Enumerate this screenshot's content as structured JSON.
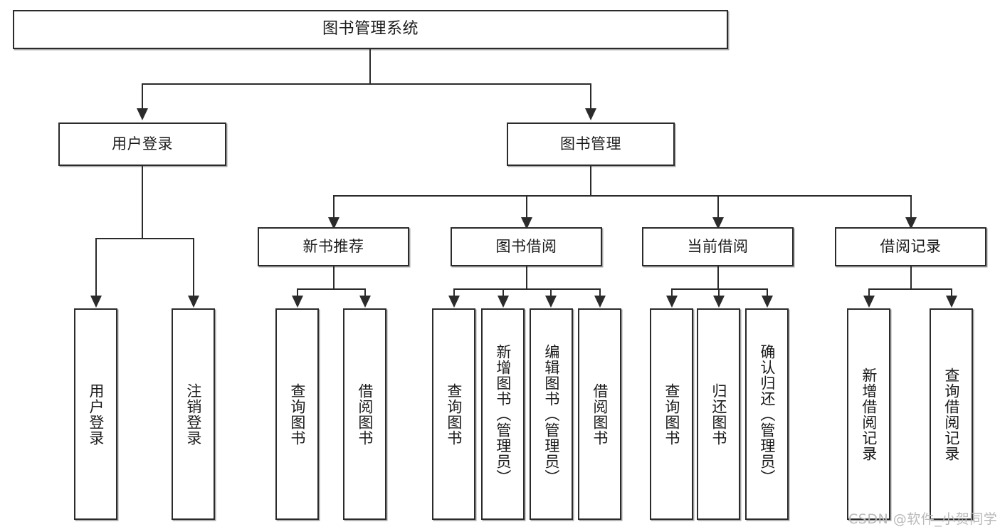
{
  "diagram": {
    "title": "图书管理系统",
    "type": "tree",
    "nodes": {
      "root": {
        "label": "图书管理系统"
      },
      "level1": [
        {
          "id": "user-login",
          "label": "用户登录"
        },
        {
          "id": "book-manage",
          "label": "图书管理"
        }
      ],
      "level2": [
        {
          "id": "new-book-recommend",
          "label": "新书推荐"
        },
        {
          "id": "book-borrow",
          "label": "图书借阅"
        },
        {
          "id": "current-borrow",
          "label": "当前借阅"
        },
        {
          "id": "borrow-record",
          "label": "借阅记录"
        }
      ],
      "leaves": {
        "user-login": [
          {
            "id": "leaf-user-login",
            "label": "用户登录"
          },
          {
            "id": "leaf-user-logout",
            "label": "注销登录"
          }
        ],
        "new-book-recommend": [
          {
            "id": "leaf-query-book-1",
            "label": "查询图书"
          },
          {
            "id": "leaf-borrow-book-1",
            "label": "借阅图书"
          }
        ],
        "book-borrow": [
          {
            "id": "leaf-query-book-2",
            "label": "查询图书"
          },
          {
            "id": "leaf-add-book-admin",
            "label": "新增图书（管理员）"
          },
          {
            "id": "leaf-edit-book-admin",
            "label": "编辑图书（管理员）"
          },
          {
            "id": "leaf-borrow-book-2",
            "label": "借阅图书"
          }
        ],
        "current-borrow": [
          {
            "id": "leaf-query-book-3",
            "label": "查询图书"
          },
          {
            "id": "leaf-return-book",
            "label": "归还图书"
          },
          {
            "id": "leaf-confirm-return-admin",
            "label": "确认归还（管理员）"
          }
        ],
        "borrow-record": [
          {
            "id": "leaf-add-borrow-record",
            "label": "新增借阅记录"
          },
          {
            "id": "leaf-query-borrow-record",
            "label": "查询借阅记录"
          }
        ]
      }
    },
    "watermark": "CSDN @软件_小贺同学",
    "colors": {
      "stroke": "#2b2b2b",
      "fill": "#ffffff",
      "text": "#1a1a1a",
      "watermark": "#b9b9b9"
    }
  }
}
